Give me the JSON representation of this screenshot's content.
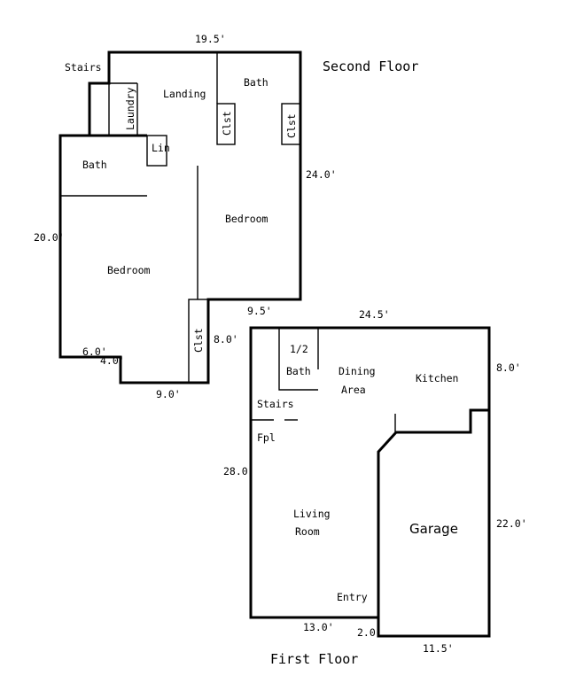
{
  "titles": {
    "second_floor": "Second Floor",
    "first_floor": "First Floor"
  },
  "second_floor": {
    "rooms": {
      "stairs": "Stairs",
      "laundry": "Laundry",
      "landing": "Landing",
      "bath_top": "Bath",
      "closet_left": "Clst",
      "closet_right": "Clst",
      "linen": "Lin",
      "bath_left": "Bath",
      "bedroom_right": "Bedroom",
      "bedroom_left": "Bedroom",
      "closet_bottom": "Clst"
    },
    "dimensions": {
      "top": "19.5'",
      "right": "24.0'",
      "left": "20.0'",
      "bottom_right": "9.5'",
      "notch_right": "8.0'",
      "step_width": "6.0'",
      "step_height": "4.0'",
      "bottom": "9.0'"
    }
  },
  "first_floor": {
    "rooms": {
      "half_bath_1": "1/2",
      "half_bath_2": "Bath",
      "dining_1": "Dining",
      "dining_2": "Area",
      "kitchen": "Kitchen",
      "stairs": "Stairs",
      "fireplace": "Fpl",
      "living_1": "Living",
      "living_2": "Room",
      "garage": "Garage",
      "entry": "Entry"
    },
    "dimensions": {
      "top": "24.5'",
      "right_top": "8.0'",
      "left": "28.0'",
      "garage_right": "22.0'",
      "bottom_left": "13.0'",
      "bottom_step": "2.0'",
      "garage_bottom": "11.5'"
    }
  }
}
